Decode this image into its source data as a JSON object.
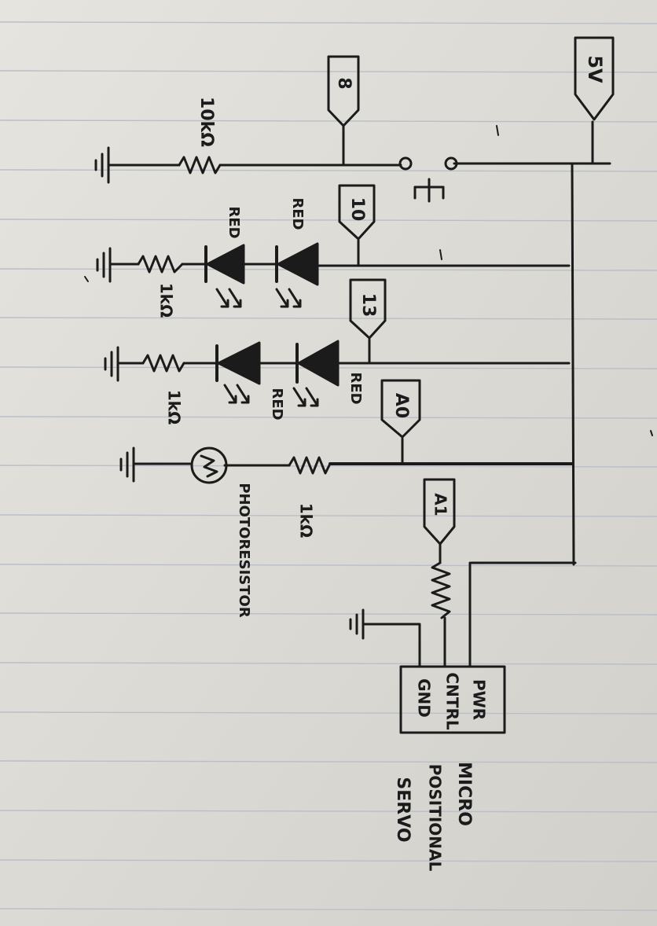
{
  "ports": {
    "p5v": "5V",
    "p8": "8",
    "p10": "10",
    "p13": "13",
    "pa0": "A0",
    "pa1": "A1"
  },
  "resistors": {
    "r_button": "10kΩ",
    "r_led_pair_1": "1kΩ",
    "r_led_pair_2": "1kΩ",
    "r_photo": "1kΩ"
  },
  "leds": {
    "led_1": "RED",
    "led_2": "RED",
    "led_3": "RED",
    "led_4": "RED"
  },
  "photoresistor": {
    "label": "PHOTORESISTOR"
  },
  "servo": {
    "pins": [
      "PWR",
      "CNTRL",
      "GND"
    ],
    "caption": [
      "MICRO",
      "POSITIONAL",
      "SERVO"
    ]
  },
  "colors": {
    "paper": "#dedcd6",
    "ruled_line": "#b8bfc9",
    "ink": "#1b1b1b"
  }
}
